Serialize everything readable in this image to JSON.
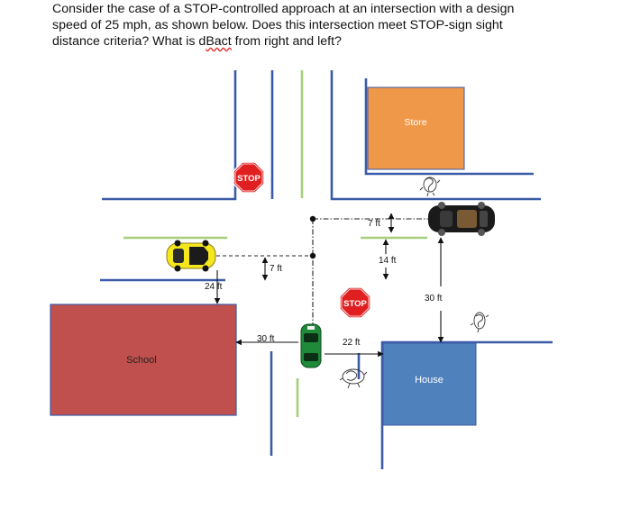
{
  "question": {
    "line1": "Consider the case of a STOP-controlled approach at an intersection with a design",
    "line2": "speed of 25 mph, as shown below.  Does this intersection meet STOP-sign sight",
    "line3_prefix": "distance criteria? What is d",
    "line3_sub": "Bact",
    "line3_suffix": " from right and left?"
  },
  "buildings": {
    "store": "Store",
    "school": "School",
    "house": "House"
  },
  "signs": {
    "stop_top": "STOP",
    "stop_bottom": "STOP"
  },
  "dimensions": {
    "d7ft_right": "7 ft",
    "d14ft": "14 ft",
    "d30ft_right": "30 ft",
    "d7ft_left": "7 ft",
    "d24ft": "24 ft",
    "d30ft_left": "30 ft",
    "d22ft": "22 ft"
  },
  "colors": {
    "road_edge": "#3b5aa8",
    "center_line": "#a6cf7c",
    "store": "#f0984a",
    "school": "#c0504d",
    "house": "#4f81bd",
    "stop": "#e02020",
    "yellow_car": "#f5e61e",
    "green_car": "#1e8a3a",
    "black_car": "#1a1a1a"
  }
}
